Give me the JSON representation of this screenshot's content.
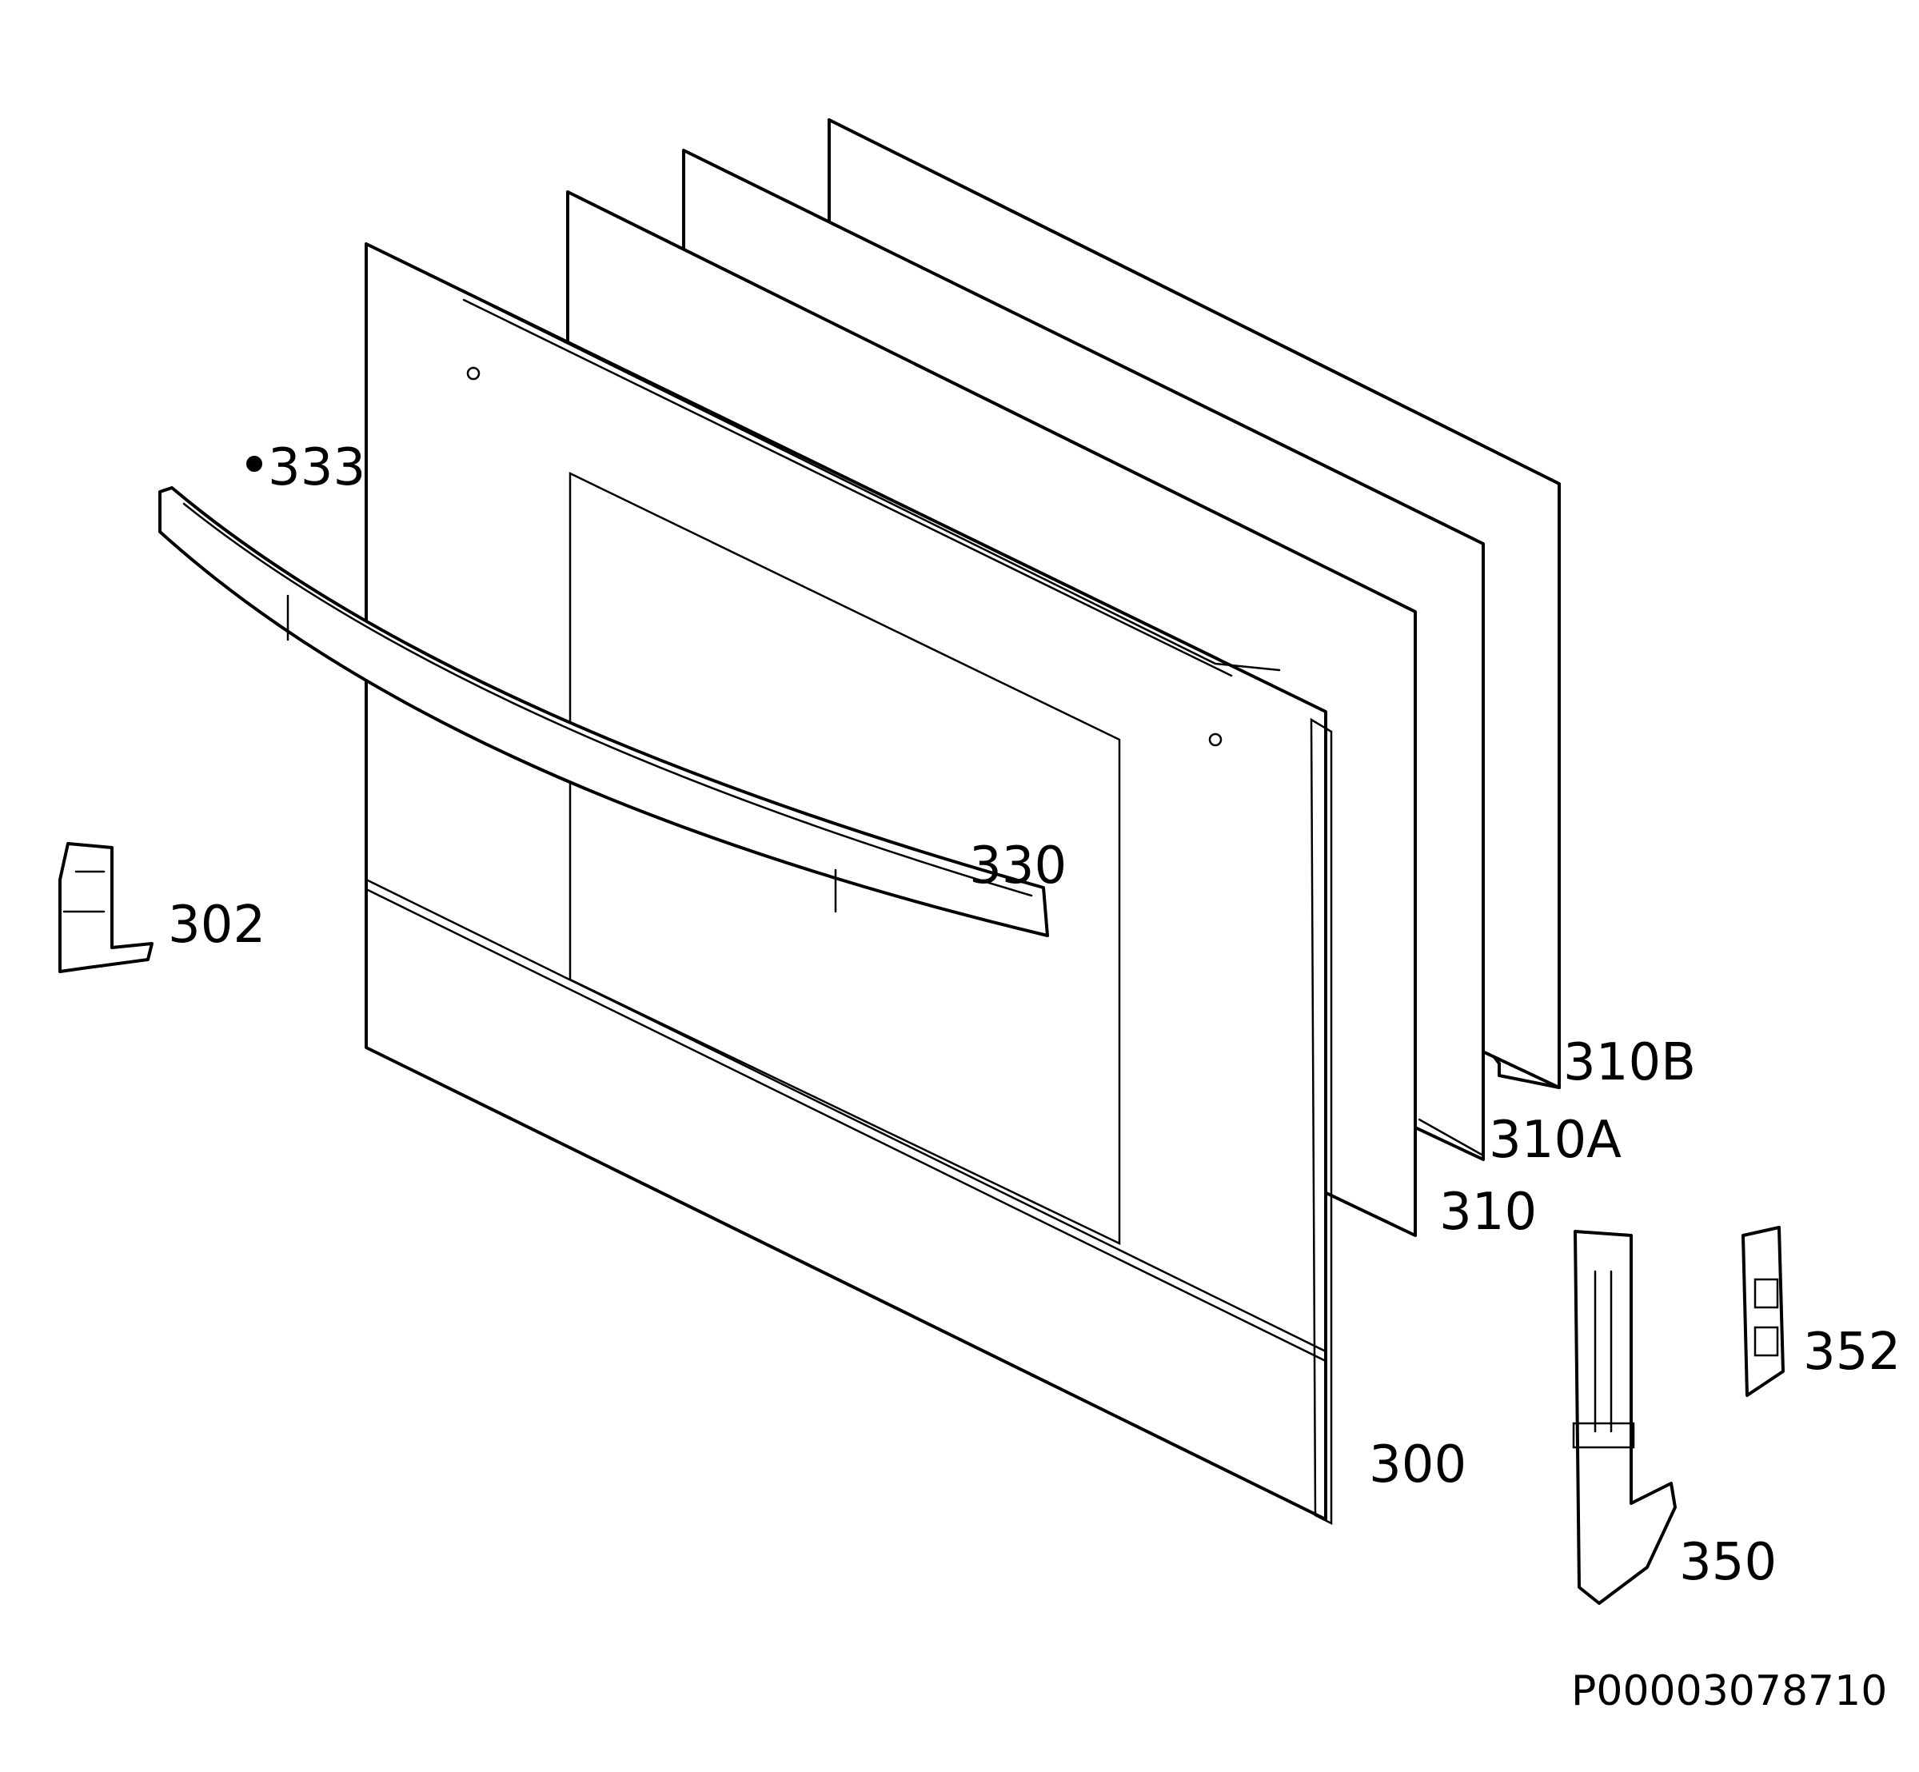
{
  "diagram": {
    "document_id": "P00003078710",
    "labels": {
      "p300": "300",
      "p302": "302",
      "p310": "310",
      "p310a": "310A",
      "p310b": "310B",
      "p330": "330",
      "p333": "333",
      "p350": "350",
      "p352": "352"
    },
    "colors": {
      "line": "#000000",
      "background": "#ffffff"
    }
  }
}
